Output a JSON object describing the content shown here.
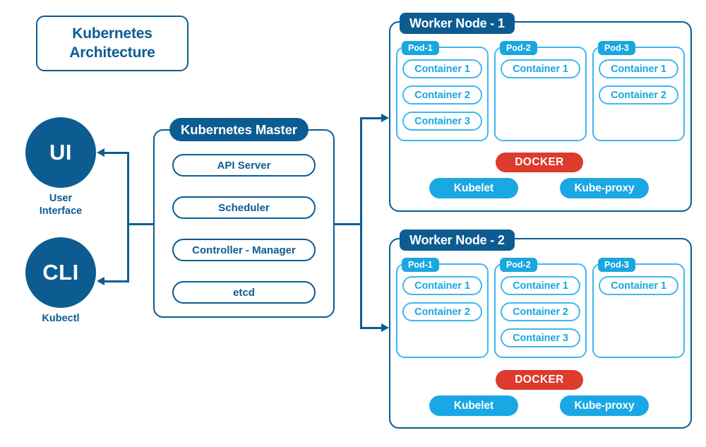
{
  "title": {
    "line1": "Kubernetes",
    "line2": "Architecture"
  },
  "colors": {
    "dark_blue": "#0c5c92",
    "light_blue": "#1aa7e0",
    "pod_border": "#3fb8ef",
    "docker_red": "#dd3b2d",
    "background": "#ffffff"
  },
  "clients": [
    {
      "abbr": "UI",
      "caption_line1": "User",
      "caption_line2": "Interface"
    },
    {
      "abbr": "CLI",
      "caption_line1": "Kubectl",
      "caption_line2": ""
    }
  ],
  "master": {
    "title": "Kubernetes Master",
    "components": [
      {
        "label": "API Server"
      },
      {
        "label": "Scheduler"
      },
      {
        "label": "Controller - Manager"
      },
      {
        "label": "etcd"
      }
    ]
  },
  "workers": [
    {
      "title": "Worker Node - 1",
      "pods": [
        {
          "label": "Pod-1",
          "containers": [
            "Container 1",
            "Container 2",
            "Container 3"
          ]
        },
        {
          "label": "Pod-2",
          "containers": [
            "Container 1"
          ]
        },
        {
          "label": "Pod-3",
          "containers": [
            "Container 1",
            "Container 2"
          ]
        }
      ],
      "runtime": "DOCKER",
      "services": [
        "Kubelet",
        "Kube-proxy"
      ]
    },
    {
      "title": "Worker Node - 2",
      "pods": [
        {
          "label": "Pod-1",
          "containers": [
            "Container 1",
            "Container 2"
          ]
        },
        {
          "label": "Pod-2",
          "containers": [
            "Container 1",
            "Container 2",
            "Container 3"
          ]
        },
        {
          "label": "Pod-3",
          "containers": [
            "Container 1"
          ]
        }
      ],
      "runtime": "DOCKER",
      "services": [
        "Kubelet",
        "Kube-proxy"
      ]
    }
  ]
}
